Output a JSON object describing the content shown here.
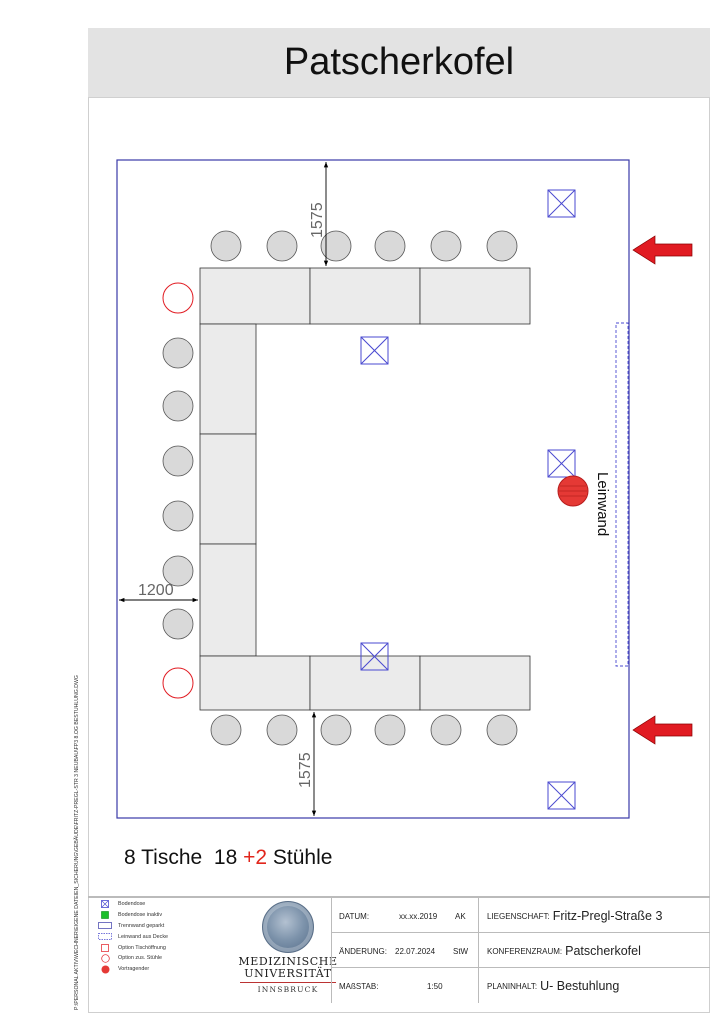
{
  "title": "Patscherkofel",
  "side_path": "P:\\PERSONAL AKTIV\\WECHNER\\EIGENE DATEIEN_SICHERUNG\\GEBÄUDE\\FRITZ-PREGL-STR 3 NEUBAU\\FP3 8.OG BESTUHLUNG.DWG",
  "plan": {
    "dim_top": "1575",
    "dim_bottom": "1575",
    "dim_left": "1200",
    "screen_label": "Leinwand"
  },
  "summary": {
    "tables": "8 Tische",
    "chairs": "18",
    "extra": "+2",
    "chairs_label": "Stühle"
  },
  "legend": [
    {
      "icon": "floor-box-icon",
      "label": "Bodendose"
    },
    {
      "icon": "floor-box-inactive-icon",
      "label": "Bodendose inaktiv"
    },
    {
      "icon": "partition-wall-icon",
      "label": "Trennwand geparkt"
    },
    {
      "icon": "ceiling-screen-icon",
      "label": "Leinwand aus Decke"
    },
    {
      "icon": "table-option-icon",
      "label": "Option Tischöffnung"
    },
    {
      "icon": "extra-chair-icon",
      "label": "Option zus. Stühle"
    },
    {
      "icon": "speaker-icon",
      "label": "Vortragender"
    }
  ],
  "logo": {
    "line1": "MEDIZINISCHE",
    "line2": "UNIVERSITÄT",
    "line3": "INNSBRUCK"
  },
  "info": {
    "datum_label": "DATUM:",
    "datum_value": "xx.xx.2019",
    "datum_initials": "AK",
    "aenderung_label": "ÄNDERUNG:",
    "aenderung_value": "22.07.2024",
    "aenderung_initials": "StW",
    "massstab_label": "MAßSTAB:",
    "massstab_value": "1:50",
    "liegenschaft_label": "LIEGENSCHAFT:",
    "liegenschaft_value": "Fritz-Pregl-Straße 3",
    "konferenzraum_label": "KONFERENZRAUM:",
    "konferenzraum_value": "Patscherkofel",
    "planinhalt_label": "PLANINHALT:",
    "planinhalt_value": "U- Bestuhlung"
  },
  "colors": {
    "wall": "#3a3aa8",
    "floor_box": "#4a4ad0",
    "chair_fill": "#d9d9d9",
    "table_fill": "#ebebeb",
    "arrow_red": "#e11b22",
    "option_red": "#e11b22",
    "speaker_red": "#e53935"
  }
}
